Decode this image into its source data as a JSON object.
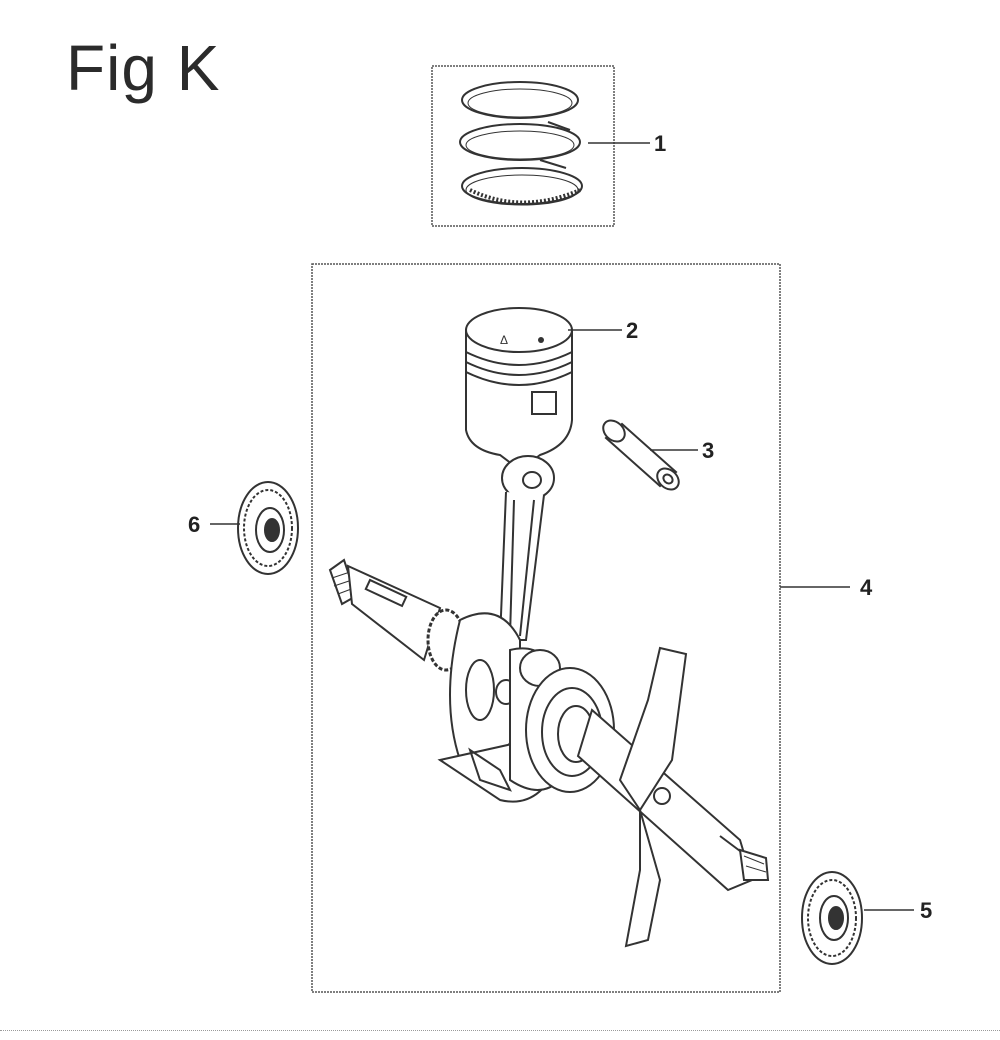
{
  "figure": {
    "title": "Fig K"
  },
  "callouts": [
    {
      "id": "1",
      "label": "1"
    },
    {
      "id": "2",
      "label": "2"
    },
    {
      "id": "3",
      "label": "3"
    },
    {
      "id": "4",
      "label": "4"
    },
    {
      "id": "5",
      "label": "5"
    },
    {
      "id": "6",
      "label": "6"
    }
  ],
  "colors": {
    "ink": "#2b2b2b",
    "background": "#ffffff"
  }
}
